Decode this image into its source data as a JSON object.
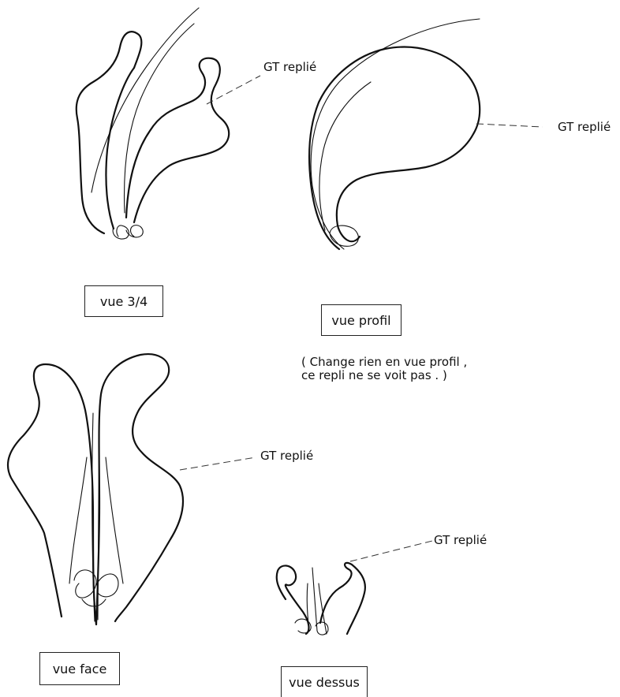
{
  "views": [
    {
      "id": "three-quarter",
      "caption": "vue 3/4",
      "callout": "GT replié"
    },
    {
      "id": "profile",
      "caption": "vue profil",
      "callout": "GT replié"
    },
    {
      "id": "front",
      "caption": "vue face",
      "callout": "GT replié"
    },
    {
      "id": "top",
      "caption": "vue dessus",
      "callout": "GT replié"
    }
  ],
  "note": {
    "line1": "( Change rien en vue profil ,",
    "line2": "ce repli ne se voit pas . )"
  }
}
